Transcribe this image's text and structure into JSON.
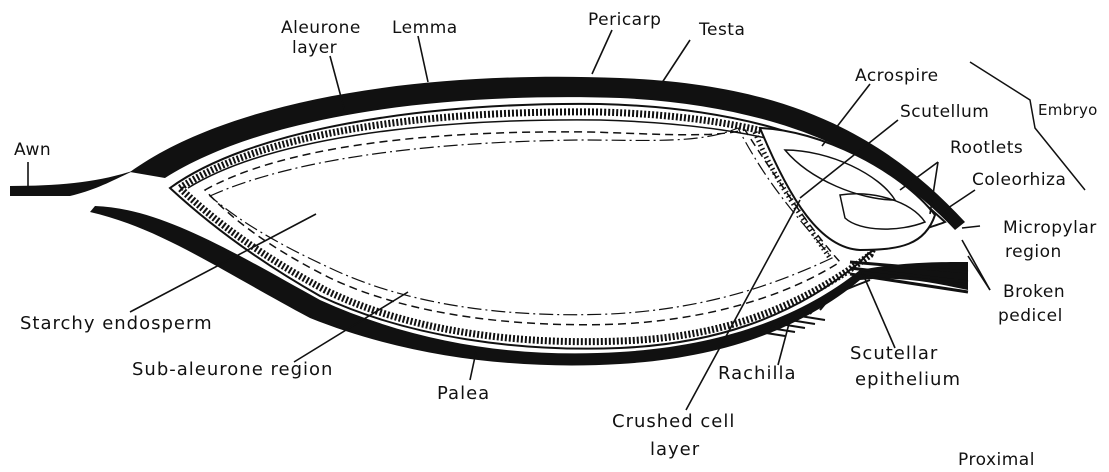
{
  "labels": {
    "awn": "Awn",
    "aleurone_1": "Aleurone",
    "aleurone_2": "layer",
    "lemma": "Lemma",
    "pericarp": "Pericarp",
    "testa": "Testa",
    "acrospire": "Acrospire",
    "embryo": "Embryo",
    "scutellum": "Scutellum",
    "rootlets": "Rootlets",
    "coleorhiza": "Coleorhiza",
    "micropylar_1": "Micropylar",
    "micropylar_2": "region",
    "broken_1": "Broken",
    "broken_2": "pedicel",
    "starchy": "Starchy endosperm",
    "subaleurone": "Sub-aleurone region",
    "palea": "Palea",
    "rachilla": "Rachilla",
    "scutellar_1": "Scutellar",
    "scutellar_2": "epithelium",
    "crushed_1": "Crushed cell",
    "crushed_2": "layer",
    "proximal": "Proximal"
  }
}
